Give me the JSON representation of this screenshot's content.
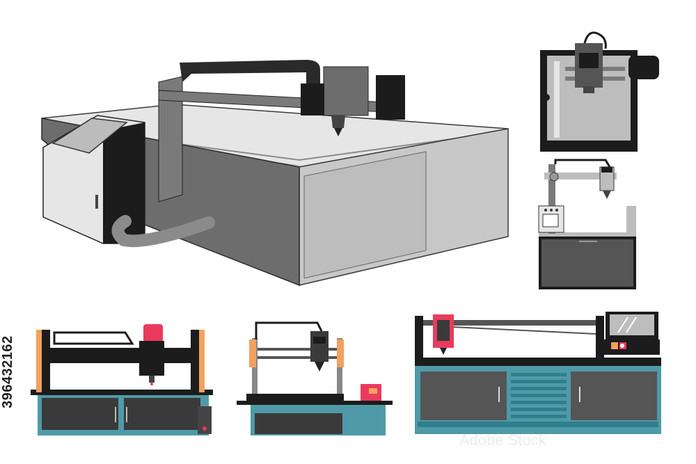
{
  "image": {
    "stock_id": "396432162",
    "watermark_text": "Adobe Stock",
    "background": "#ffffff",
    "description_items": [
      "large gantry cnc table",
      "small desktop cnc mill",
      "cnc machine with control box",
      "bench cnc router with red spindle",
      "3d printer style cnc",
      "industrial cnc workbench with monitor"
    ]
  },
  "colors": {
    "dark": "#1c1c1c",
    "mid_gray": "#6d6d6d",
    "light_gray": "#bdbdbd",
    "pale_gray": "#e6e6e6",
    "teal": "#4f9aa8",
    "red_pink": "#ea3b5e",
    "orange": "#f2a15f"
  }
}
